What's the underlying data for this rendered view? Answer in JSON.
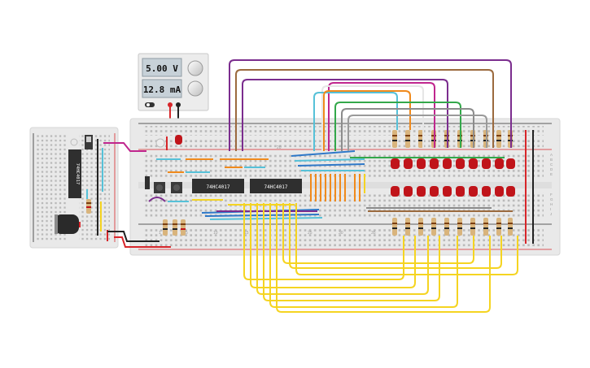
{
  "power_supply": {
    "voltage_display": "5.00 V",
    "current_display": "12.8 mA"
  },
  "chips": {
    "small_board_chip": "74HC4017",
    "main_chip_left": "74HC4017",
    "main_chip_right": "74HC4017"
  },
  "breadboard": {
    "column_numbers": [
      "1",
      "5",
      "10",
      "15",
      "20",
      "25",
      "30",
      "35"
    ],
    "row_letters_top": [
      "A",
      "B",
      "C",
      "D",
      "E"
    ],
    "row_letters_bottom": [
      "F",
      "G",
      "H",
      "I",
      "J"
    ]
  },
  "colors": {
    "wire_yellow": "#f5d421",
    "wire_purple": "#7b2d8e",
    "wire_brown": "#9b6a3e",
    "wire_magenta": "#c0268e",
    "wire_orange": "#f08a1c",
    "wire_green": "#33a84a",
    "wire_gray": "#8c8c8c",
    "wire_cyan": "#56c1d8",
    "wire_blue": "#2e78c8",
    "wire_red": "#d7262a",
    "wire_black": "#222222",
    "led_red": "#c0141a",
    "board": "#e9e9e9"
  }
}
